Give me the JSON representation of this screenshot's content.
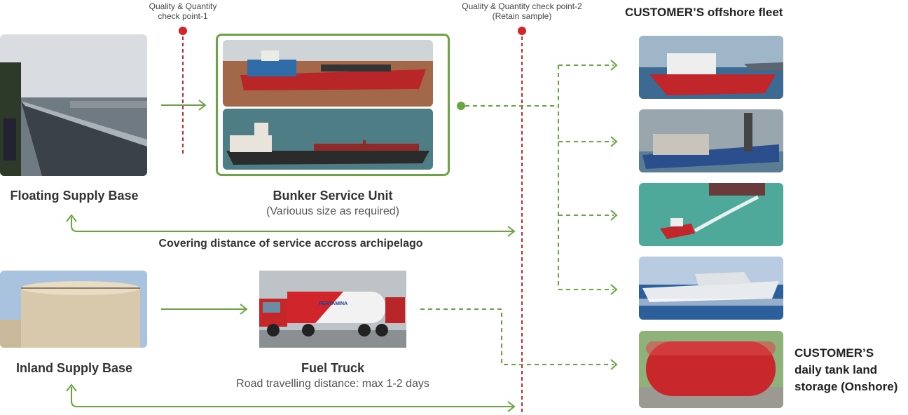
{
  "checkpoints": {
    "cp1_line1": "Quality & Quantity",
    "cp1_line2": "check point-1",
    "cp2_line1": "Quality & Quantity check point-2",
    "cp2_line2": "(Retain sample)"
  },
  "fleet_title": "CUSTOMER’S offshore fleet",
  "floating_base": {
    "label": "Floating Supply Base"
  },
  "bunker_unit": {
    "label": "Bunker Service Unit",
    "sub": "(Variouus size as required)"
  },
  "sea_distance": "Covering distance of service accross archipelago",
  "inland_base": {
    "label": "Inland Supply Base"
  },
  "fuel_truck": {
    "label": "Fuel Truck",
    "sub": "Road travelling distance: max 1-2 days"
  },
  "truck_brand": "PERTAMINA",
  "onshore": {
    "line1": "CUSTOMER’S",
    "line2": "daily tank land",
    "line3": "storage (Onshore)"
  },
  "colors": {
    "green": "#6aa544",
    "red": "#d0262b"
  }
}
